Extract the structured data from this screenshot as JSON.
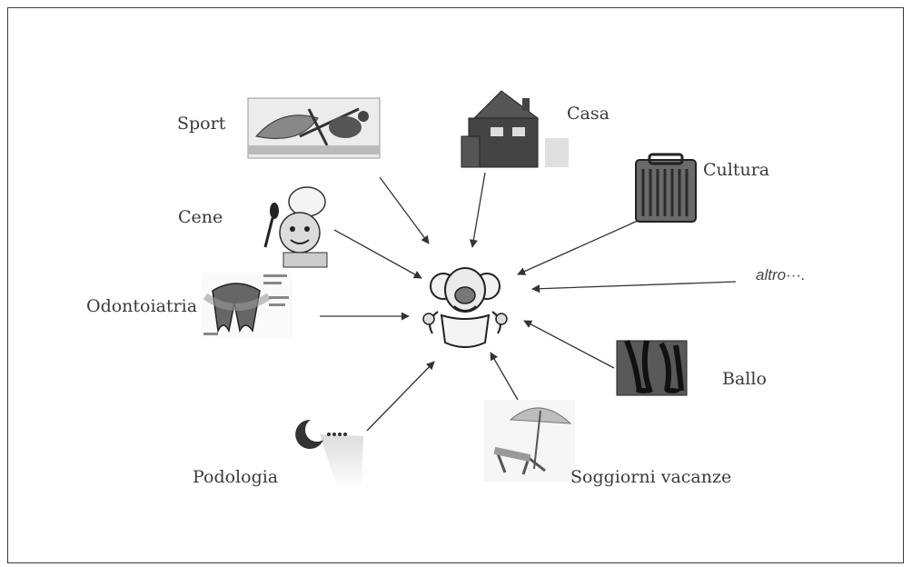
{
  "diagram": {
    "center": {
      "icon": "smiling-clown-figure-icon"
    },
    "nodes": [
      {
        "id": "sport",
        "label": "Sport",
        "icon": "sport-collage-icon"
      },
      {
        "id": "casa",
        "label": "Casa",
        "icon": "house-icon"
      },
      {
        "id": "cultura",
        "label": "Cultura",
        "icon": "radio-case-icon"
      },
      {
        "id": "cene",
        "label": "Cene",
        "icon": "chef-icon"
      },
      {
        "id": "altro",
        "label": "altro···.",
        "icon": ""
      },
      {
        "id": "odontoiatria",
        "label": "Odontoiatria",
        "icon": "tooth-diagram-icon"
      },
      {
        "id": "ballo",
        "label": "Ballo",
        "icon": "dancers-icon"
      },
      {
        "id": "podologia",
        "label": "Podologia",
        "icon": "foot-icon"
      },
      {
        "id": "soggiorni",
        "label": "Soggiorni vacanze",
        "icon": "beach-umbrella-chair-icon"
      }
    ]
  }
}
